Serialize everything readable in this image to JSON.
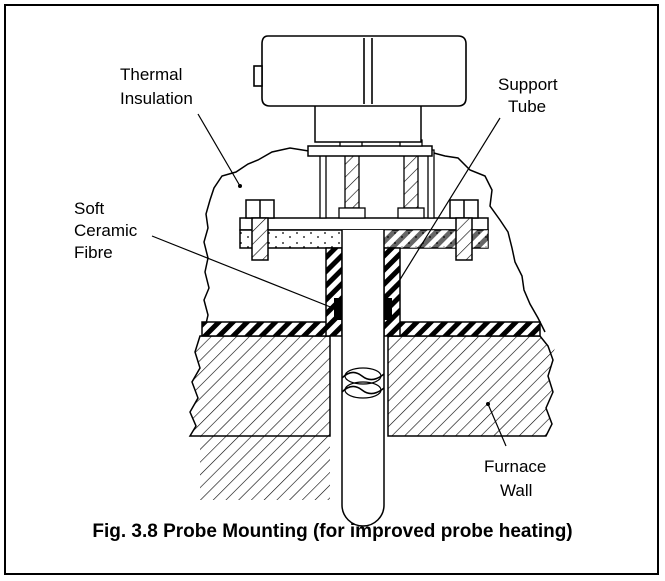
{
  "labels": {
    "thermal_insulation": [
      "Thermal",
      "Insulation"
    ],
    "support_tube": [
      "Support",
      "Tube"
    ],
    "soft_ceramic_fibre": [
      "Soft",
      "Ceramic",
      "Fibre"
    ],
    "furnace_wall": [
      "Furnace",
      "Wall"
    ]
  },
  "caption": "Fig. 3.8 Probe Mounting (for improved probe heating)"
}
